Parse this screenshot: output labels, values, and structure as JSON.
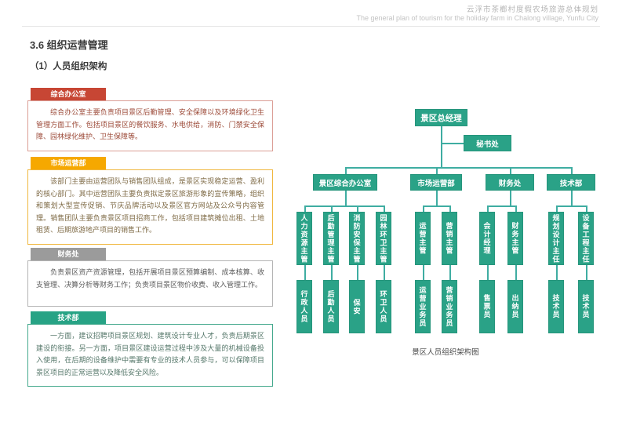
{
  "page_header": {
    "title_cn": "云浮市茶榔村度假农场旅游总体规划",
    "title_en": "The general plan of tourism for the holiday farm in Chalong village, Yunfu City"
  },
  "section": {
    "title": "3.6 组织运营管理",
    "subtitle": "（1）人员组织架构"
  },
  "cards": [
    {
      "label": "综合办公室",
      "theme_color": "#c74634",
      "body": "综合办公室主要负责项目景区后勤管理、安全保障以及环境绿化卫生管理方面工作。包括项目景区的餐饮服务、水电供给，消防、门禁安全保障、园林绿化维护、卫生保障等。"
    },
    {
      "label": "市场运营部",
      "theme_color": "#f6a800",
      "body": "该部门主要由运营团队与销售团队组成，是景区实现稳定运营、盈利的核心部门。其中运营团队主要负责拟定景区旅游形象的宣传策略，组织和策划大型宣传促销、节庆品牌活动以及景区官方网站及公众号内容管理。销售团队主要负责景区项目招商工作，包括项目建筑摊位出租、土地租赁、后期旅游地产项目的销售工作。"
    },
    {
      "label": "财务处",
      "theme_color": "#9b9b9b",
      "body": "负责景区资产资源管理，包括开展项目景区预算编制、成本核算、收支管理、决算分析等财务工作；负责项目景区物价收费、收入管理工作。"
    },
    {
      "label": "技术部",
      "theme_color": "#27a385",
      "body": "一方面，建议招聘项目景区规划、建筑设计专业人才，负责后期景区建设的衔接。另一方面，项目景区建设运营过程中涉及大量的机械设备投入使用，在后期的设备维护中需要有专业的技术人员参与，可以保障项目景区项目的正常运营以及降低安全风险。"
    }
  ],
  "org": {
    "root": "景区总经理",
    "secretary": "秘书处",
    "departments": [
      {
        "name": "景区综合办公室",
        "children": [
          {
            "supervisor": "人力资源主管",
            "staff": "行政人员"
          },
          {
            "supervisor": "后勤管理主管",
            "staff": "后勤人员"
          },
          {
            "supervisor": "消防安保主管",
            "staff": "保安"
          },
          {
            "supervisor": "园林环卫主管",
            "staff": "环卫人员"
          }
        ]
      },
      {
        "name": "市场运营部",
        "children": [
          {
            "supervisor": "运营主管",
            "staff": "运营业务员"
          },
          {
            "supervisor": "营销主管",
            "staff": "营销业务员"
          }
        ]
      },
      {
        "name": "财务处",
        "children": [
          {
            "supervisor": "会计经理",
            "staff": "售票员"
          },
          {
            "supervisor": "财务主管",
            "staff": "出纳员"
          }
        ]
      },
      {
        "name": "技术部",
        "children": [
          {
            "supervisor": "规划设计主任",
            "staff": "技术员"
          },
          {
            "supervisor": "设备工程主任",
            "staff": "技术员"
          }
        ]
      }
    ],
    "caption": "景区人员组织架构图"
  },
  "colors": {
    "node_green": "#2aa287",
    "connector_teal": "#3fada2",
    "card_red": "#c74634",
    "card_yellow": "#f6a800",
    "card_gray": "#9b9b9b",
    "card_green": "#27a385"
  }
}
